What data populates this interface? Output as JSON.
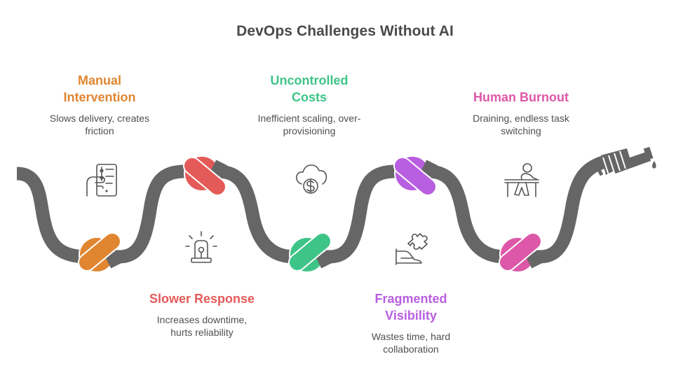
{
  "title": "DevOps Challenges Without AI",
  "colors": {
    "rope": "#666666",
    "icon_stroke": "#555555"
  },
  "items": [
    {
      "title_lines": [
        "Manual",
        "Intervention"
      ],
      "desc_lines": [
        "Slows delivery, creates",
        "friction"
      ],
      "color": "#E08631",
      "icon": "hand-holding-phone-icon",
      "position": "top"
    },
    {
      "title_lines": [
        "Slower Response"
      ],
      "desc_lines": [
        "Increases downtime,",
        "hurts reliability"
      ],
      "color": "#E45A58",
      "icon": "alarm-siren-icon",
      "position": "bottom"
    },
    {
      "title_lines": [
        "Uncontrolled",
        "Costs"
      ],
      "desc_lines": [
        "Inefficient scaling, over-",
        "provisioning"
      ],
      "color": "#3EC487",
      "icon": "cloud-dollar-icon",
      "position": "top"
    },
    {
      "title_lines": [
        "Fragmented",
        "Visibility"
      ],
      "desc_lines": [
        "Wastes time, hard",
        "collaboration"
      ],
      "color": "#B85EE0",
      "icon": "hand-puzzle-icon",
      "position": "bottom"
    },
    {
      "title_lines": [
        "Human Burnout"
      ],
      "desc_lines": [
        "Draining, endless task",
        "switching"
      ],
      "color": "#DD58A8",
      "icon": "person-at-desk-icon",
      "position": "top"
    }
  ]
}
